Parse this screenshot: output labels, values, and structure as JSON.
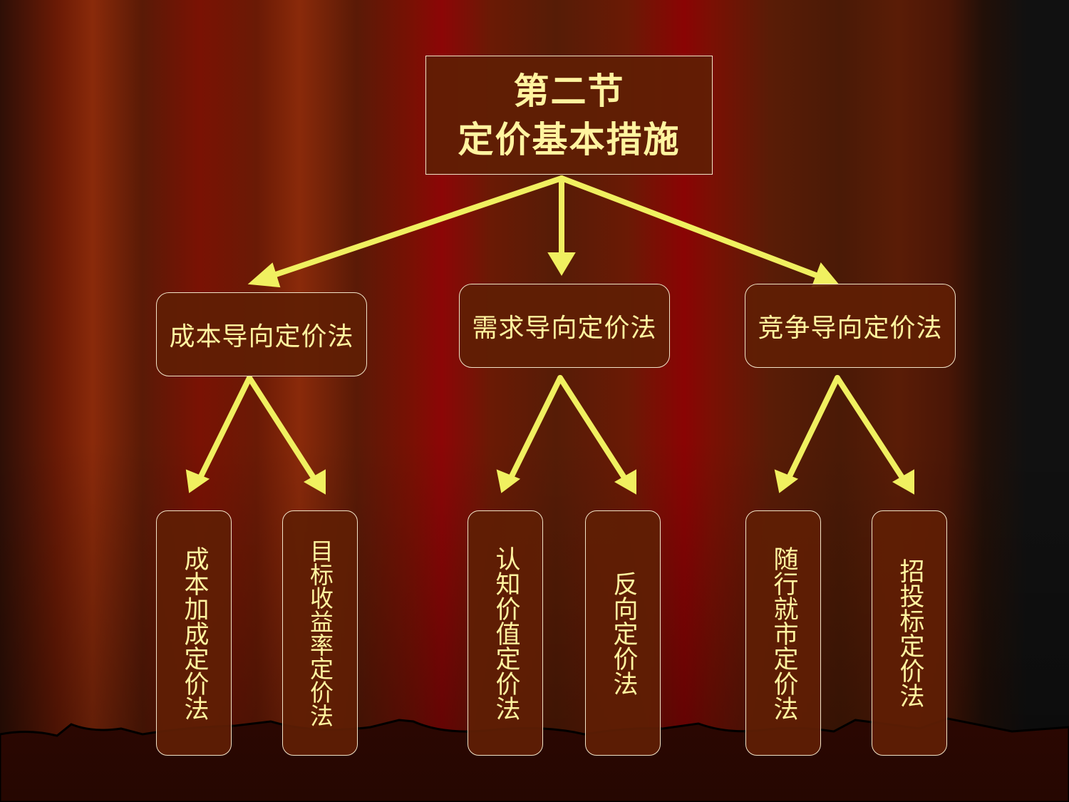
{
  "title": {
    "line1": "第二节",
    "line2": "定价基本措施"
  },
  "categories": [
    {
      "label": "成本导向定价法"
    },
    {
      "label": "需求导向定价法"
    },
    {
      "label": "竞争导向定价法"
    }
  ],
  "methods": [
    {
      "label": "成本加成定价法"
    },
    {
      "label": "目标收益率定价法"
    },
    {
      "label": "认知价值定价法"
    },
    {
      "label": "反向定价法"
    },
    {
      "label": "随行就市定价法"
    },
    {
      "label": "招投标定价法"
    }
  ],
  "colors": {
    "arrow": "#f0f060",
    "text": "#fff4a0",
    "box_border": "#f2e4c8",
    "box_fill": "#5f1e04"
  }
}
